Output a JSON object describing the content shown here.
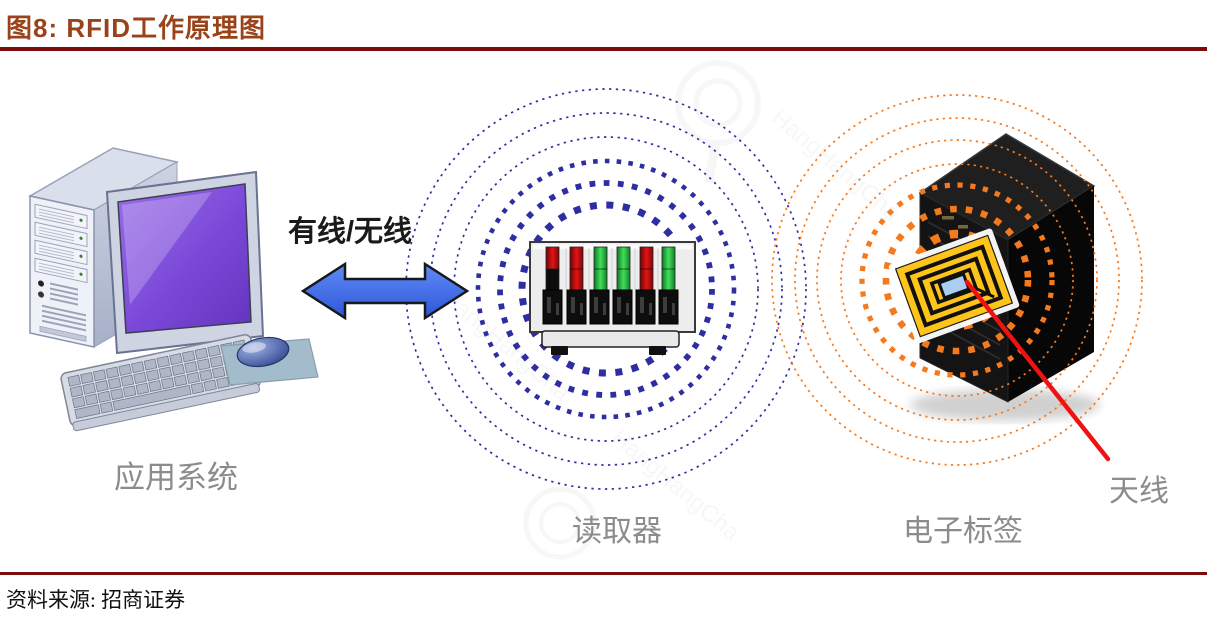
{
  "header": {
    "title": "图8: RFID工作原理图"
  },
  "footer": {
    "source": "资料来源: 招商证券"
  },
  "diagram": {
    "application_system_label": "应用系统",
    "connection_label": "有线/无线",
    "reader_label": "读取器",
    "tag_label": "电子标签",
    "antenna_label": "天线",
    "watermark_text": "HangHangCha",
    "reader_led_sequence": [
      "red",
      "red",
      "green",
      "green",
      "red",
      "green"
    ],
    "reader_wave_rings": {
      "thick_radii": [
        84,
        106,
        128
      ],
      "thin_radii": [
        152,
        176,
        200
      ]
    },
    "tag_wave_rings": {
      "thick_radii": [
        46,
        71,
        95
      ],
      "thin_radii": [
        116,
        140,
        162,
        185
      ]
    }
  },
  "colors": {
    "title_color": "#9a431b",
    "rule_color": "#7c0b0b",
    "label_color": "#8c8c8c",
    "link_label_color": "#1a1a1a",
    "reader_wave_color": "#2e2ea2",
    "tag_wave_color": "#f5791d",
    "arrow_color": "#3f6df2",
    "antenna_line_color": "#ee1212",
    "tag_color": "#ffc41a",
    "led_red": "#c41010",
    "led_green": "#2fc447",
    "source_color": "#111111"
  }
}
